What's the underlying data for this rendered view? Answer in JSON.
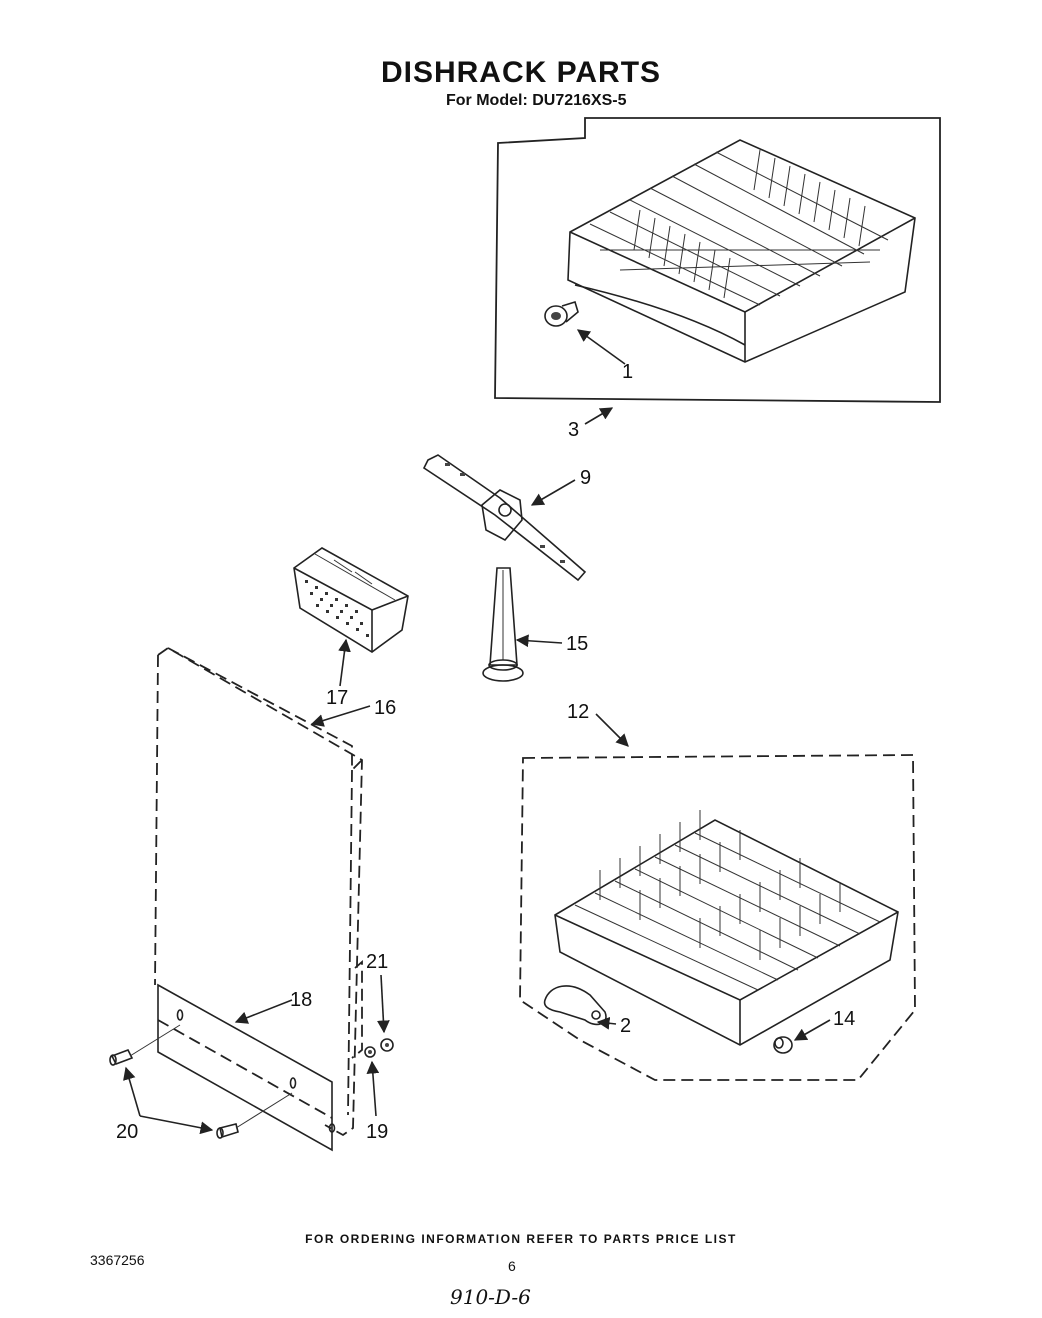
{
  "header": {
    "title": "DISHRACK PARTS",
    "model": "For Model: DU7216XS-5"
  },
  "callouts": {
    "c1": "1",
    "c2": "2",
    "c3": "3",
    "c9": "9",
    "c12": "12",
    "c14": "14",
    "c15": "15",
    "c16": "16",
    "c17": "17",
    "c18": "18",
    "c19": "19",
    "c20": "20",
    "c21": "21"
  },
  "footer": {
    "note": "FOR ORDERING INFORMATION REFER TO PARTS PRICE LIST",
    "doc_number": "3367256",
    "page_number": "6",
    "handwritten": "910-D-6"
  }
}
